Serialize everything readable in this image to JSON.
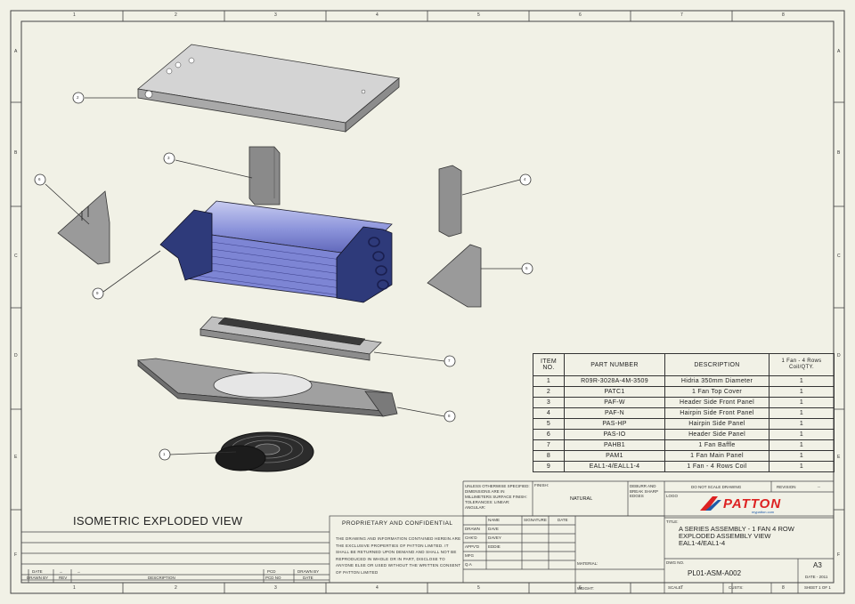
{
  "zones": {
    "cols": [
      "1",
      "2",
      "3",
      "4",
      "5",
      "6",
      "7",
      "8"
    ],
    "rows": [
      "A",
      "B",
      "C",
      "D",
      "E",
      "F"
    ]
  },
  "balloons": [
    "2",
    "3",
    "4",
    "6",
    "5",
    "9",
    "7",
    "8",
    "1"
  ],
  "view_label": "ISOMETRIC EXPLODED VIEW",
  "bom": {
    "headers": [
      "ITEM NO.",
      "PART NUMBER",
      "DESCRIPTION",
      "1 Fan - 4 Rows Coil/QTY."
    ],
    "rows": [
      [
        "1",
        "R09R-3028A-4M-3509",
        "Hidria 350mm Diameter",
        "1"
      ],
      [
        "2",
        "PATC1",
        "1 Fan Top Cover",
        "1"
      ],
      [
        "3",
        "PAF-W",
        "Header Side Front Panel",
        "1"
      ],
      [
        "4",
        "PAF-N",
        "Hairpin Side Front Panel",
        "1"
      ],
      [
        "5",
        "PAS-HP",
        "Hairpin Side Panel",
        "1"
      ],
      [
        "6",
        "PAS-IO",
        "Header Side Panel",
        "1"
      ],
      [
        "7",
        "PAHB1",
        "1 Fan Baffle",
        "1"
      ],
      [
        "8",
        "PAM1",
        "1 Fan Main Panel",
        "1"
      ],
      [
        "9",
        "EAL1-4/EALL1-4",
        "1 Fan - 4 Rows Coil",
        "1"
      ]
    ]
  },
  "revision_block": {
    "date_label": "DATE",
    "date_value": "→",
    "dash": "→",
    "pcd_label": "PCD",
    "drawn_by_label": "DRAWN BY",
    "drawn_by": "DRAWN BY",
    "rev_label": "REV",
    "description_label": "DESCRIPTION",
    "pcd_no_label": "PCD NO",
    "date2_label": "DATE"
  },
  "title_block": {
    "proprietary_heading": "PROPRIETARY AND CONFIDENTIAL",
    "proprietary_text": "THE DRAWING AND INFORMATION CONTAINED HEREIN ARE THE EXCLUSIVE PROPERTIES OF PATTON LIMITED. IT SHALL BE RETURNED UPON DEMAND AND SHALL NOT BE REPRODUCED IN WHOLE OR IN PART, DISCLOSE TO ANYONE ELSE OR USED WITHOUT THE WRITTEN CONSENT OF PATTON LIMITED",
    "notes": "UNLESS OTHERWISE SPECIFIED: DIMENSIONS ARE IN MILLIMETERS SURFACE FINISH: TOLERANCES: LINEAR: ANGULAR:",
    "finish_label": "FINISH:",
    "finish_value": "NATURAL",
    "deburr": "DEBURR AND BREAK SHARP EDGES",
    "col_name": "NAME",
    "col_signature": "SIGNATURE",
    "col_date": "DATE",
    "rows": [
      {
        "label": "DRAWN",
        "name": "DAVE"
      },
      {
        "label": "CHK'D",
        "name": "DAVEY"
      },
      {
        "label": "APPV'D",
        "name": "EDDIE"
      },
      {
        "label": "MFG",
        "name": ""
      },
      {
        "label": "Q.A",
        "name": ""
      }
    ],
    "material_label": "MATERIAL:",
    "weight_label": "WEIGHT:",
    "do_not_scale": "DO NOT SCALE DRAWING",
    "revision_label": "REVISION",
    "revision_value": "--",
    "logo_label": "LOGO",
    "logo_text": "PATTON",
    "logo_url": "mypatton.com",
    "title_label": "TITLE:",
    "title_lines": [
      "A SERIES ASSEMBLY - 1 FAN 4 ROW",
      "EXPLODED ASSEMBLY VIEW",
      "EAL1-4/EAL1-4"
    ],
    "dwg_no_label": "DWG NO.",
    "dwg_no": "PL01-ASM-A002",
    "size": "A3",
    "date": "DATE - 2011",
    "scale_label": "SCALE:",
    "weight2_label": "CUSTS:",
    "sheet_label": "SHEET 1 OF 1"
  }
}
